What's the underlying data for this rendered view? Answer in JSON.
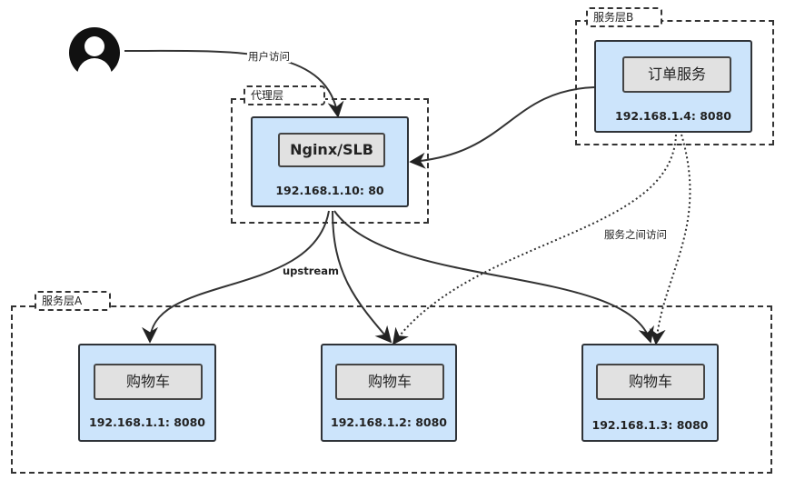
{
  "user": {
    "icon": "user-icon"
  },
  "labels": {
    "user_access": "用户访问",
    "upstream": "upstream",
    "service_call": "服务之间访问"
  },
  "groups": {
    "proxy": {
      "label": "代理层"
    },
    "service_b": {
      "label": "服务层B"
    },
    "service_a": {
      "label": "服务层A"
    }
  },
  "nodes": {
    "nginx": {
      "name": "Nginx/SLB",
      "address": "192.168.1.10: 80"
    },
    "order": {
      "name": "订单服务",
      "address": "192.168.1.4: 8080"
    },
    "cart1": {
      "name": "购物车",
      "address": "192.168.1.1: 8080"
    },
    "cart2": {
      "name": "购物车",
      "address": "192.168.1.2: 8080"
    },
    "cart3": {
      "name": "购物车",
      "address": "192.168.1.3: 8080"
    }
  },
  "colors": {
    "node_fill": "#cce4fb",
    "name_fill": "#e1e1e1",
    "stroke": "#333333"
  }
}
